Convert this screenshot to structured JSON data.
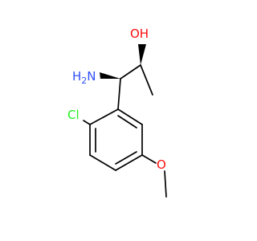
{
  "atoms": {
    "hydroxyl": {
      "text": "OH",
      "color": "#ff0d0d"
    },
    "amine": {
      "text": "H",
      "sub": "2",
      "main": "N",
      "color": "#3050f8"
    },
    "chlorine": {
      "text": "Cl",
      "color": "#1ff01f"
    },
    "ether_oxygen": {
      "text": "O",
      "color": "#ff0d0d"
    }
  }
}
